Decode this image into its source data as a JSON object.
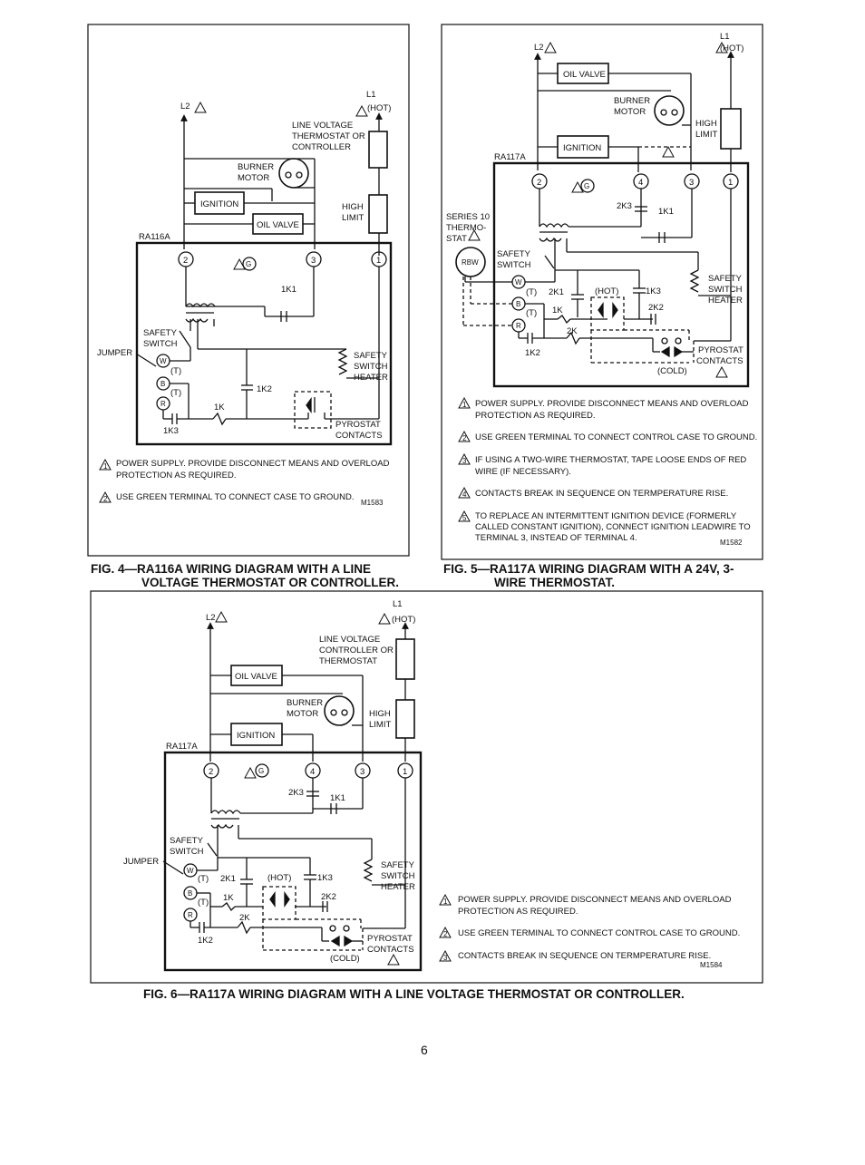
{
  "fig4": {
    "caption_line1": "FIG. 4—RA116A WIRING DIAGRAM WITH A LINE",
    "caption_line2": "VOLTAGE THERMOSTAT OR CONTROLLER.",
    "labels": {
      "l2": "L2",
      "l1": "L1",
      "hot": "(HOT)",
      "line_voltage": "LINE VOLTAGE",
      "thermostat_or": "THERMOSTAT OR",
      "controller": "CONTROLLER",
      "burner": "BURNER",
      "motor": "MOTOR",
      "ignition": "IGNITION",
      "oil_valve": "OIL VALVE",
      "high": "HIGH",
      "limit": "LIMIT",
      "model": "RA116A",
      "t2": "2",
      "t3": "3",
      "t1": "1",
      "tg": "G",
      "k1k1": "1K1",
      "safety": "SAFETY",
      "switch": "SWITCH",
      "jumper": "JUMPER",
      "w": "W",
      "b": "B",
      "r": "R",
      "t": "(T)",
      "safety2": "SAFETY",
      "switch2": "SWITCH",
      "heater": "HEATER",
      "k1k2": "1K2",
      "k1k": "1K",
      "k1k3": "1K3",
      "pyrostat": "PYROSTAT",
      "contacts": "CONTACTS"
    },
    "notes": [
      {
        "num": "1",
        "line1": "POWER SUPPLY.  PROVIDE DISCONNECT MEANS AND OVERLOAD",
        "line2": "PROTECTION AS REQUIRED."
      },
      {
        "num": "2",
        "line1": "USE GREEN TERMINAL TO CONNECT CASE TO GROUND.",
        "line2": ""
      }
    ],
    "code": "M1583"
  },
  "fig5": {
    "caption_line1": "FIG. 5—RA117A WIRING DIAGRAM WITH A 24V, 3-",
    "caption_line2": "WIRE THERMOSTAT.",
    "labels": {
      "l2": "L2",
      "l1": "L1",
      "hot": "(HOT)",
      "oil_valve": "OIL VALVE",
      "burner": "BURNER",
      "motor": "MOTOR",
      "high": "HIGH",
      "limit": "LIMIT",
      "ignition": "IGNITION",
      "model": "RA117A",
      "t2": "2",
      "t4": "4",
      "t3": "3",
      "t1": "1",
      "tg": "G",
      "k2k3": "2K3",
      "k1k1": "1K1",
      "series": "SERIES 10",
      "thermo": "THERMO-",
      "stat": "STAT",
      "rbw": "RBW",
      "safety": "SAFETY",
      "switch": "SWITCH",
      "w": "W",
      "b": "B",
      "r": "R",
      "t": "(T)",
      "k2k1": "2K1",
      "hot2": "(HOT)",
      "k1k3": "1K3",
      "safety2": "SAFETY",
      "switch2": "SWITCH",
      "heater": "HEATER",
      "k1k": "1K",
      "k2k2": "2K2",
      "k2k": "2K",
      "k1k2": "1K2",
      "pyrostat": "PYROSTAT",
      "contacts": "CONTACTS",
      "cold": "(COLD)"
    },
    "notes": [
      {
        "num": "1",
        "line1": "POWER SUPPLY.  PROVIDE DISCONNECT MEANS AND OVERLOAD",
        "line2": "PROTECTION AS REQUIRED."
      },
      {
        "num": "2",
        "line1": "USE GREEN TERMINAL TO CONNECT CONTROL CASE TO GROUND.",
        "line2": ""
      },
      {
        "num": "3",
        "line1": "IF USING A TWO-WIRE THERMOSTAT, TAPE LOOSE ENDS OF RED",
        "line2": "WIRE (IF NECESSARY)."
      },
      {
        "num": "4",
        "line1": "CONTACTS BREAK IN SEQUENCE ON TERMPERATURE RISE.",
        "line2": ""
      },
      {
        "num": "5",
        "line1": "TO REPLACE AN INTERMITTENT IGNITION DEVICE (FORMERLY",
        "line2": "CALLED CONSTANT IGNITION), CONNECT IGNITION LEADWIRE TO",
        "line3": "TERMINAL 3, INSTEAD OF TERMINAL 4."
      }
    ],
    "code": "M1582"
  },
  "fig6": {
    "caption": "FIG. 6—RA117A WIRING DIAGRAM WITH A LINE VOLTAGE THERMOSTAT OR CONTROLLER.",
    "labels": {
      "l2": "L2",
      "l1": "L1",
      "hot": "(HOT)",
      "line_voltage": "LINE VOLTAGE",
      "controller_or": "CONTROLLER OR",
      "thermostat": "THERMOSTAT",
      "oil_valve": "OIL VALVE",
      "burner": "BURNER",
      "motor": "MOTOR",
      "high": "HIGH",
      "limit": "LIMIT",
      "ignition": "IGNITION",
      "model": "RA117A",
      "t2": "2",
      "t4": "4",
      "t3": "3",
      "t1": "1",
      "tg": "G",
      "k2k3": "2K3",
      "k1k1": "1K1",
      "safety": "SAFETY",
      "switch": "SWITCH",
      "jumper": "JUMPER",
      "w": "W",
      "b": "B",
      "r": "R",
      "t": "(T)",
      "k2k1": "2K1",
      "hot2": "(HOT)",
      "k1k3": "1K3",
      "safety2": "SAFETY",
      "switch2": "SWITCH",
      "heater": "HEATER",
      "k1k": "1K",
      "k2k2": "2K2",
      "k2k": "2K",
      "k1k2": "1K2",
      "pyrostat": "PYROSTAT",
      "contacts": "CONTACTS",
      "cold": "(COLD)"
    },
    "notes": [
      {
        "num": "1",
        "line1": "POWER SUPPLY.  PROVIDE DISCONNECT MEANS AND OVERLOAD",
        "line2": "PROTECTION AS REQUIRED."
      },
      {
        "num": "2",
        "line1": "USE GREEN TERMINAL TO CONNECT CONTROL CASE TO GROUND.",
        "line2": ""
      },
      {
        "num": "3",
        "line1": "CONTACTS BREAK IN SEQUENCE ON TERMPERATURE RISE.",
        "line2": ""
      }
    ],
    "code": "M1584"
  },
  "page_number": "6"
}
